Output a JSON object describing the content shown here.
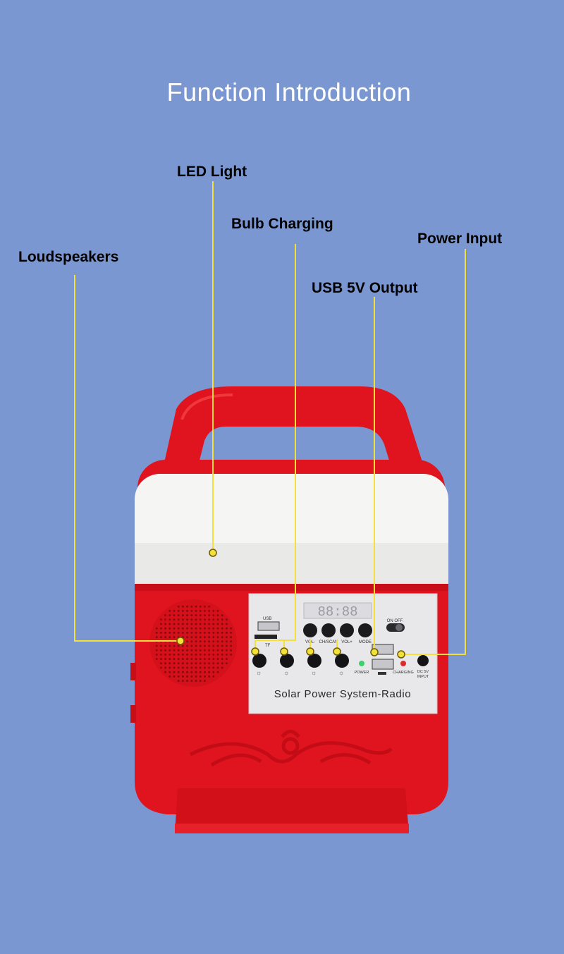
{
  "title": "Function Introduction",
  "callouts": {
    "led_light": "LED Light",
    "bulb_charging": "Bulb Charging",
    "power_input": "Power Input",
    "loudspeakers": "Loudspeakers",
    "usb_output": "USB 5V Output"
  },
  "panel": {
    "usb_label": "USB",
    "tf_label": "TF",
    "on_off_label": "ON OFF",
    "vol_minus_label": "VOL-",
    "ch_scan_label": "CH/SCAN",
    "vol_plus_label": "VOL+",
    "mode_label": "MODE",
    "power_label": "POWER",
    "charging_label": "CHARGING",
    "dc_label_1": "DC 5V",
    "dc_label_2": "INPUT",
    "display_digits": "88:88",
    "device_text": "Solar Power System-Radio"
  },
  "colors": {
    "background": "#7b97d2",
    "body_red": "#e0141e",
    "leader_yellow": "#f3e03a",
    "lamp_white": "#f5f5f4",
    "panel_silver": "#e8e8ea"
  }
}
